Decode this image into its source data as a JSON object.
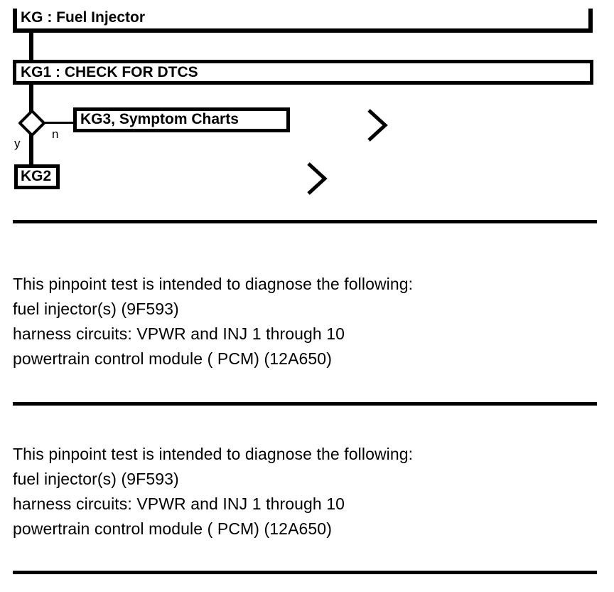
{
  "flowchart": {
    "title_bar": {
      "label": "KG : Fuel Injector"
    },
    "step": {
      "id": "KG1",
      "label": "KG1 : CHECK FOR DTCS"
    },
    "decision": {
      "icon": "decision-diamond-icon",
      "yes_label": "y",
      "no_label": "n"
    },
    "references": [
      {
        "label": "KG3, Symptom Charts"
      },
      {
        "label": "KG2"
      }
    ],
    "chevrons": [
      {
        "icon": "chevron-right-icon"
      },
      {
        "icon": "chevron-right-icon"
      }
    ]
  },
  "content": {
    "blocks": [
      {
        "lines": [
          "This pinpoint test is intended to diagnose the following:",
          "fuel injector(s) (9F593)",
          "harness circuits: VPWR and INJ 1 through 10",
          "powertrain control module ( PCM) (12A650)"
        ]
      },
      {
        "lines": [
          "This pinpoint test is intended to diagnose the following:",
          "fuel injector(s) (9F593)",
          "harness circuits: VPWR and INJ 1 through 10",
          "powertrain control module ( PCM) (12A650)"
        ]
      }
    ]
  },
  "colors": {
    "ink": "#000000",
    "paper": "#ffffff"
  }
}
